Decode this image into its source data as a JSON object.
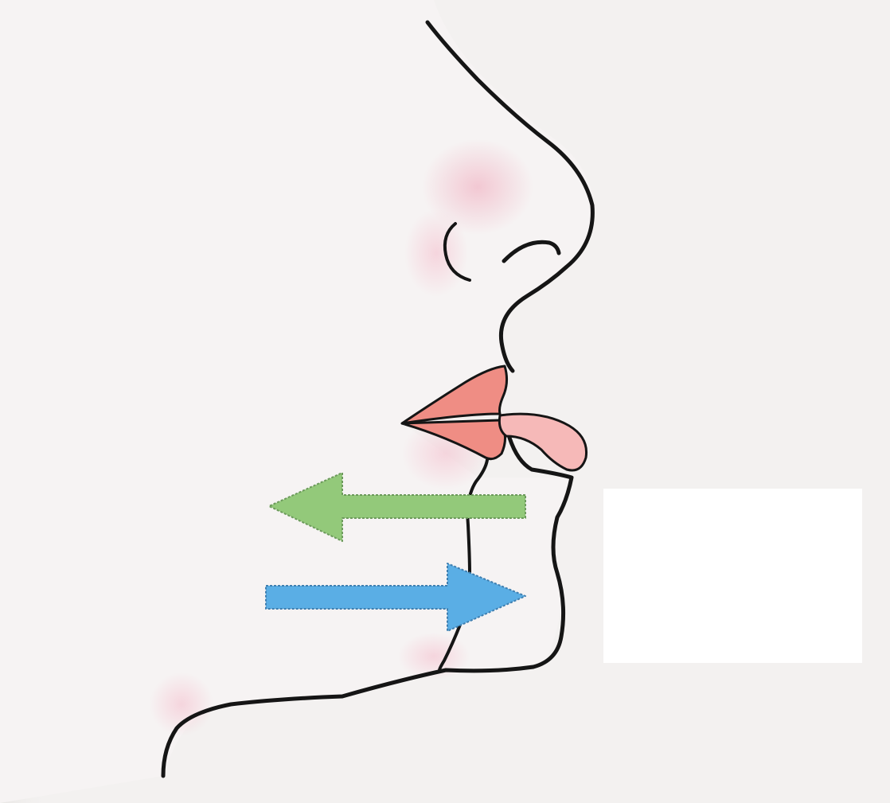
{
  "diagram": {
    "subject": "lower-face-profile",
    "elements": [
      {
        "name": "nose",
        "icon": "nose-outline"
      },
      {
        "name": "upper-lip",
        "icon": "lip-shape"
      },
      {
        "name": "lower-lip",
        "icon": "lip-shape"
      },
      {
        "name": "tongue",
        "icon": "tongue-shape"
      },
      {
        "name": "chin",
        "icon": "chin-outline"
      }
    ],
    "arrows": [
      {
        "name": "green-arrow",
        "direction": "left",
        "color": "#93c97a"
      },
      {
        "name": "blue-arrow",
        "direction": "right",
        "color": "#5aaee5"
      }
    ],
    "label_box_text": ""
  },
  "colors": {
    "background": "#f3f1f0",
    "outline": "#151515",
    "blush": "#f2c9d3",
    "lip": "#ee8f86",
    "tongue": "#f6b8b7",
    "label_box": "#ffffff"
  }
}
